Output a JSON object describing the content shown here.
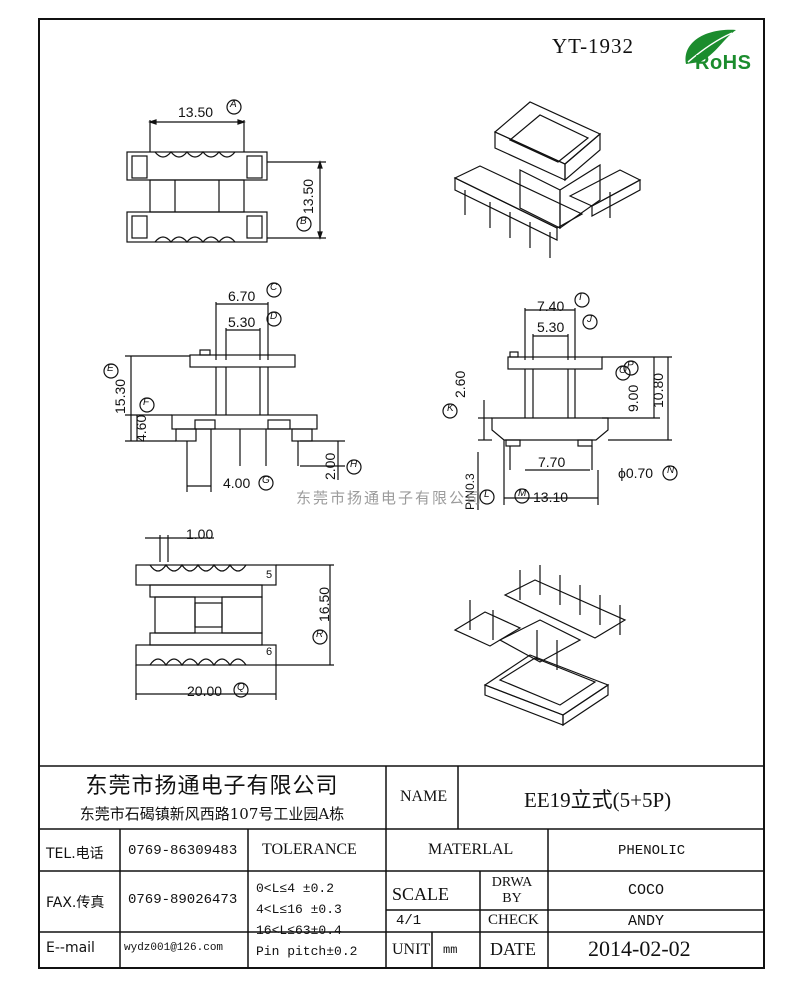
{
  "header": {
    "part_number": "YT-1932",
    "rohs_label": "RoHS"
  },
  "top_view": {
    "width_dim": "13.50",
    "width_tag": "A",
    "height_dim": "13.50",
    "height_tag": "B"
  },
  "front_view": {
    "dim_c": "6.70",
    "tag_c": "C",
    "dim_d": "5.30",
    "tag_d": "D",
    "dim_e": "15.30",
    "tag_e": "E",
    "dim_f": "4.60",
    "tag_f": "F",
    "dim_g": "4.00",
    "tag_g": "G",
    "dim_h": "2.00",
    "tag_h": "H"
  },
  "side_view": {
    "dim_i": "7.40",
    "tag_i": "I",
    "dim_j": "5.30",
    "tag_j": "J",
    "dim_k": "2.60",
    "tag_k": "K",
    "dim_l": "PIN0.3",
    "tag_l": "L",
    "dim_m": "13.10",
    "tag_m": "M",
    "dim_n": "ϕ0.70",
    "tag_n": "N",
    "dim_o": "9.00",
    "tag_o": "O",
    "dim_p": "10.80",
    "tag_p": "P",
    "dim_770": "7.70"
  },
  "bottom_view": {
    "dim_pitch": "1.00",
    "dim_r": "16.50",
    "tag_r": "R",
    "dim_q": "20.00",
    "tag_q": "Q",
    "pin_5": "5",
    "pin_6": "6"
  },
  "watermark": "东莞市扬通电子有限公司",
  "title_block": {
    "company": "东莞市扬通电子有限公司",
    "address": "东莞市石碣镇新风西路107号工业园A栋",
    "name_label": "NAME",
    "name_value": "EE19立式(5+5P)",
    "tel_label": "TEL.电话",
    "tel_value": "0769-86309483",
    "fax_label": "FAX.传真",
    "fax_value": "0769-89026473",
    "email_label": "E--mail",
    "email_value": "wydz001@126.com",
    "tolerance_label": "TOLERANCE",
    "tol_1": "0<L≤4   ±0.2",
    "tol_2": "4<L≤16  ±0.3",
    "tol_3": "16<L≤63±0.4",
    "tol_4": "Pin pitch±0.2",
    "material_label": "MATERLAL",
    "material_value": "PHENOLIC",
    "scale_label": "SCALE",
    "scale_value": "4/1",
    "drawn_label": "DRWA BY",
    "drawn_value": "COCO",
    "check_label": "CHECK",
    "check_value": "ANDY",
    "unit_label": "UNIT",
    "unit_value": "mm",
    "date_label": "DATE",
    "date_value": "2014-02-02"
  },
  "colors": {
    "line": "#111111",
    "rohs_green": "#1b8c2d",
    "watermark": "#8a8a8a"
  }
}
